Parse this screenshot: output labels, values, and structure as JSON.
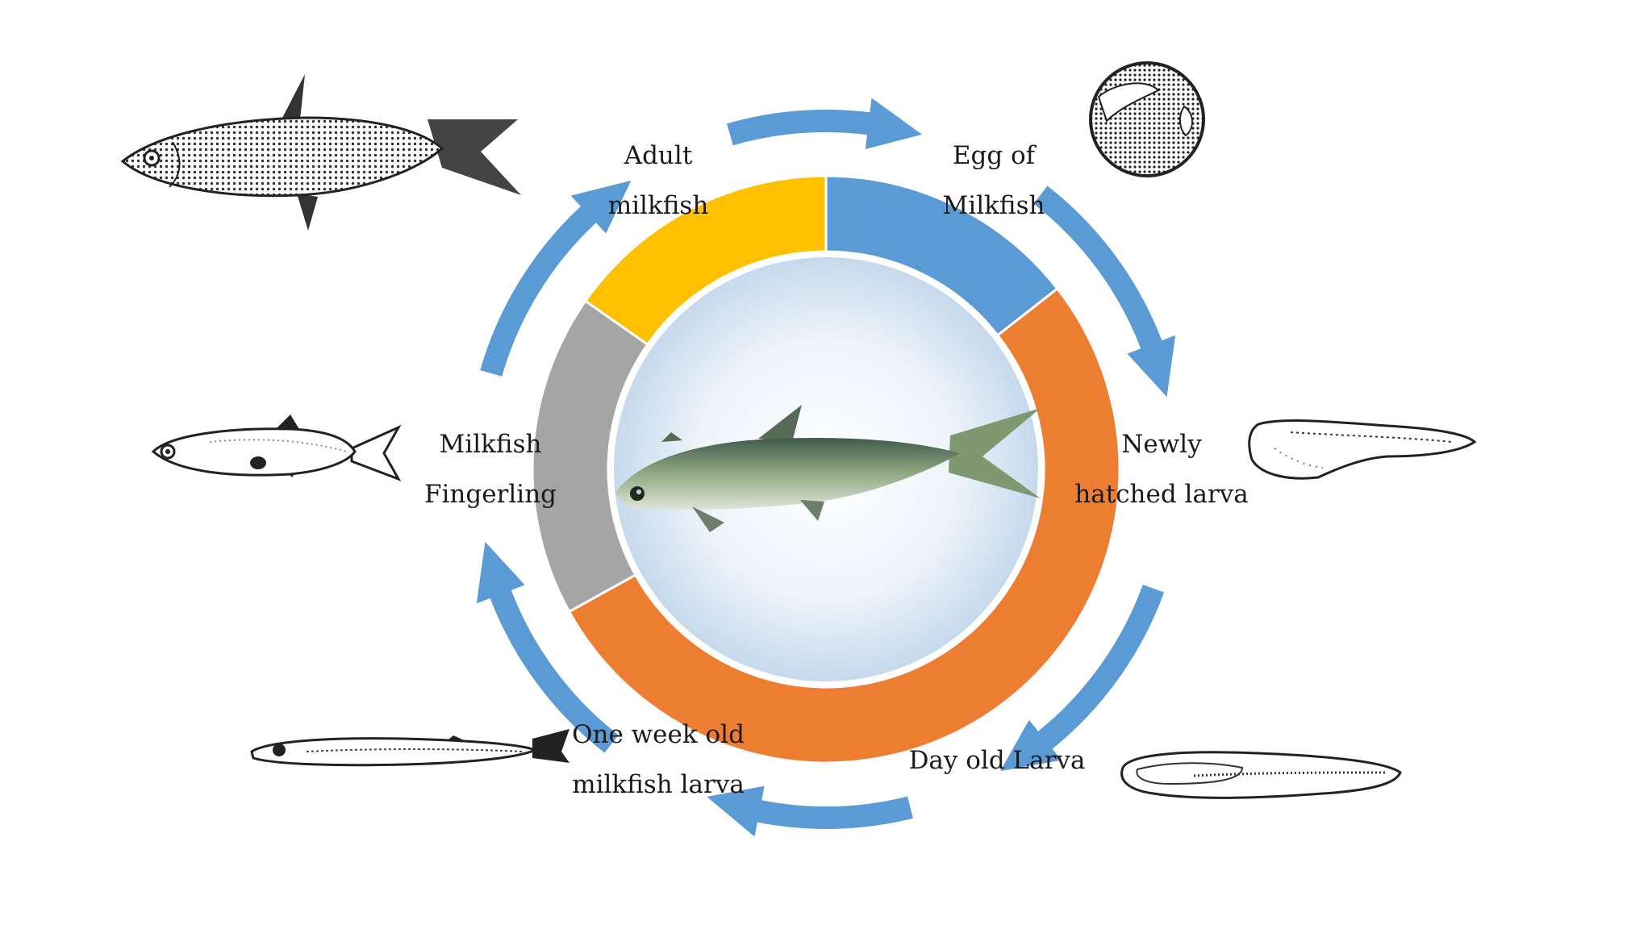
{
  "colors": {
    "arrow": "#5B9BD5",
    "adult": "#FFC000",
    "egg": "#5B9BD5",
    "larva": "#ED7D31",
    "fingerling": "#A5A5A5",
    "fish_body": "#6e8a62"
  },
  "stages": [
    {
      "id": "adult",
      "lines": [
        "Adult",
        "milkfish"
      ]
    },
    {
      "id": "egg",
      "lines": [
        "Egg of",
        "Milkfish"
      ]
    },
    {
      "id": "newly_hatched",
      "lines": [
        "Newly",
        "hatched larva"
      ]
    },
    {
      "id": "day_old",
      "lines": [
        "Day old Larva"
      ]
    },
    {
      "id": "one_week",
      "lines": [
        "One week old",
        "milkfish larva"
      ]
    },
    {
      "id": "fingerling",
      "lines": [
        "Milkfish",
        "Fingerling"
      ]
    }
  ],
  "icons": {
    "center": "milkfish-photo-icon",
    "adult": "adult-milkfish-sketch-icon",
    "egg": "milkfish-egg-icon",
    "newly_hatched": "newly-hatched-larva-icon",
    "day_old": "day-old-larva-icon",
    "one_week": "one-week-larva-icon",
    "fingerling": "fingerling-sketch-icon"
  }
}
